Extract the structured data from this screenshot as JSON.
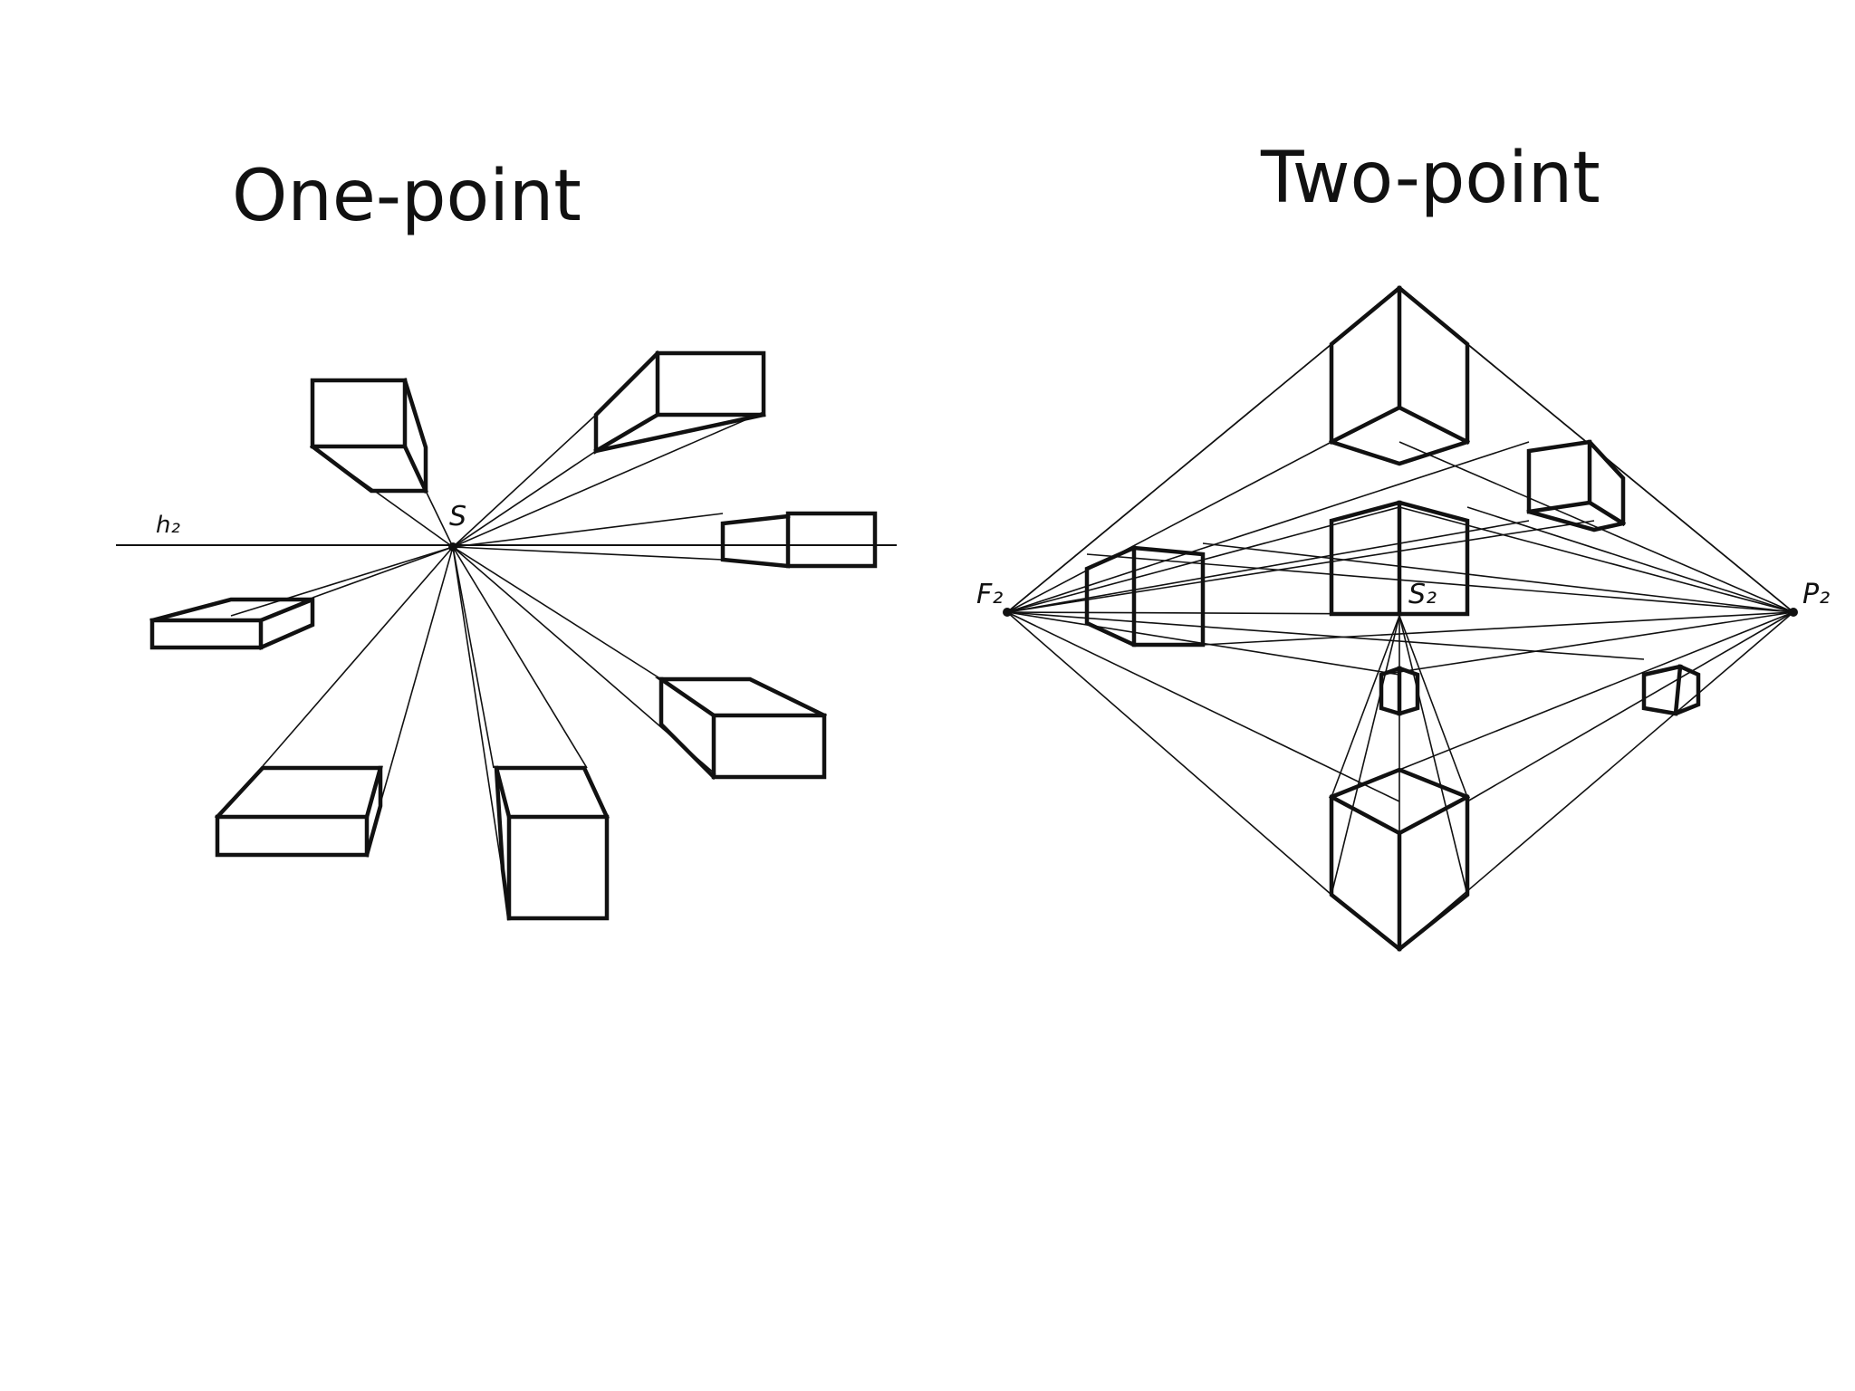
{
  "titles": {
    "one_point": "One-point",
    "two_point": "Two-point"
  },
  "labels": {
    "horizon": "h₂",
    "one_point_vanishing": "S",
    "left_vanishing": "F₂",
    "two_point_station": "S₂",
    "right_vanishing": "P₂"
  },
  "colors": {
    "ink": "#111111",
    "background": "#ffffff"
  }
}
